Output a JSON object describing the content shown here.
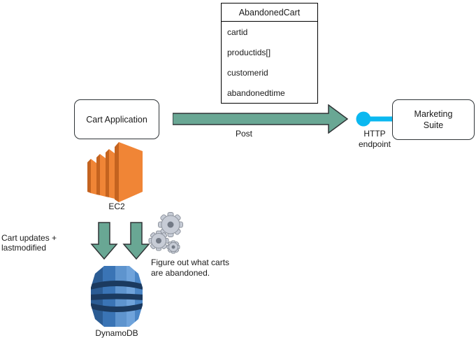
{
  "entity": {
    "title": "AbandonedCart",
    "fields": [
      "cartid",
      "productids[]",
      "customerid",
      "abandonedtime"
    ]
  },
  "nodes": {
    "cart_application": "Cart Application",
    "marketing_suite": "Marketing Suite",
    "ec2": "EC2",
    "dynamodb": "DynamoDB"
  },
  "labels": {
    "post": "Post",
    "http_endpoint": "HTTP endpoint",
    "cart_updates": "Cart updates + lastmodified",
    "gears_note": "Figure out what carts are abandoned."
  },
  "colors": {
    "arrow_green": "#69A794",
    "outline_dark": "#303436",
    "endpoint_cyan": "#0BB8F0",
    "ec2_orange": "#F08536",
    "ec2_orange_dark": "#C4631F",
    "dynamo_blue": "#3A74B5",
    "dynamo_blue_dark": "#2B5C94",
    "dynamo_blue_light": "#6FA3DB",
    "dynamo_band_navy": "#1B3A5F",
    "gear_gray": "#C7CCD6"
  }
}
